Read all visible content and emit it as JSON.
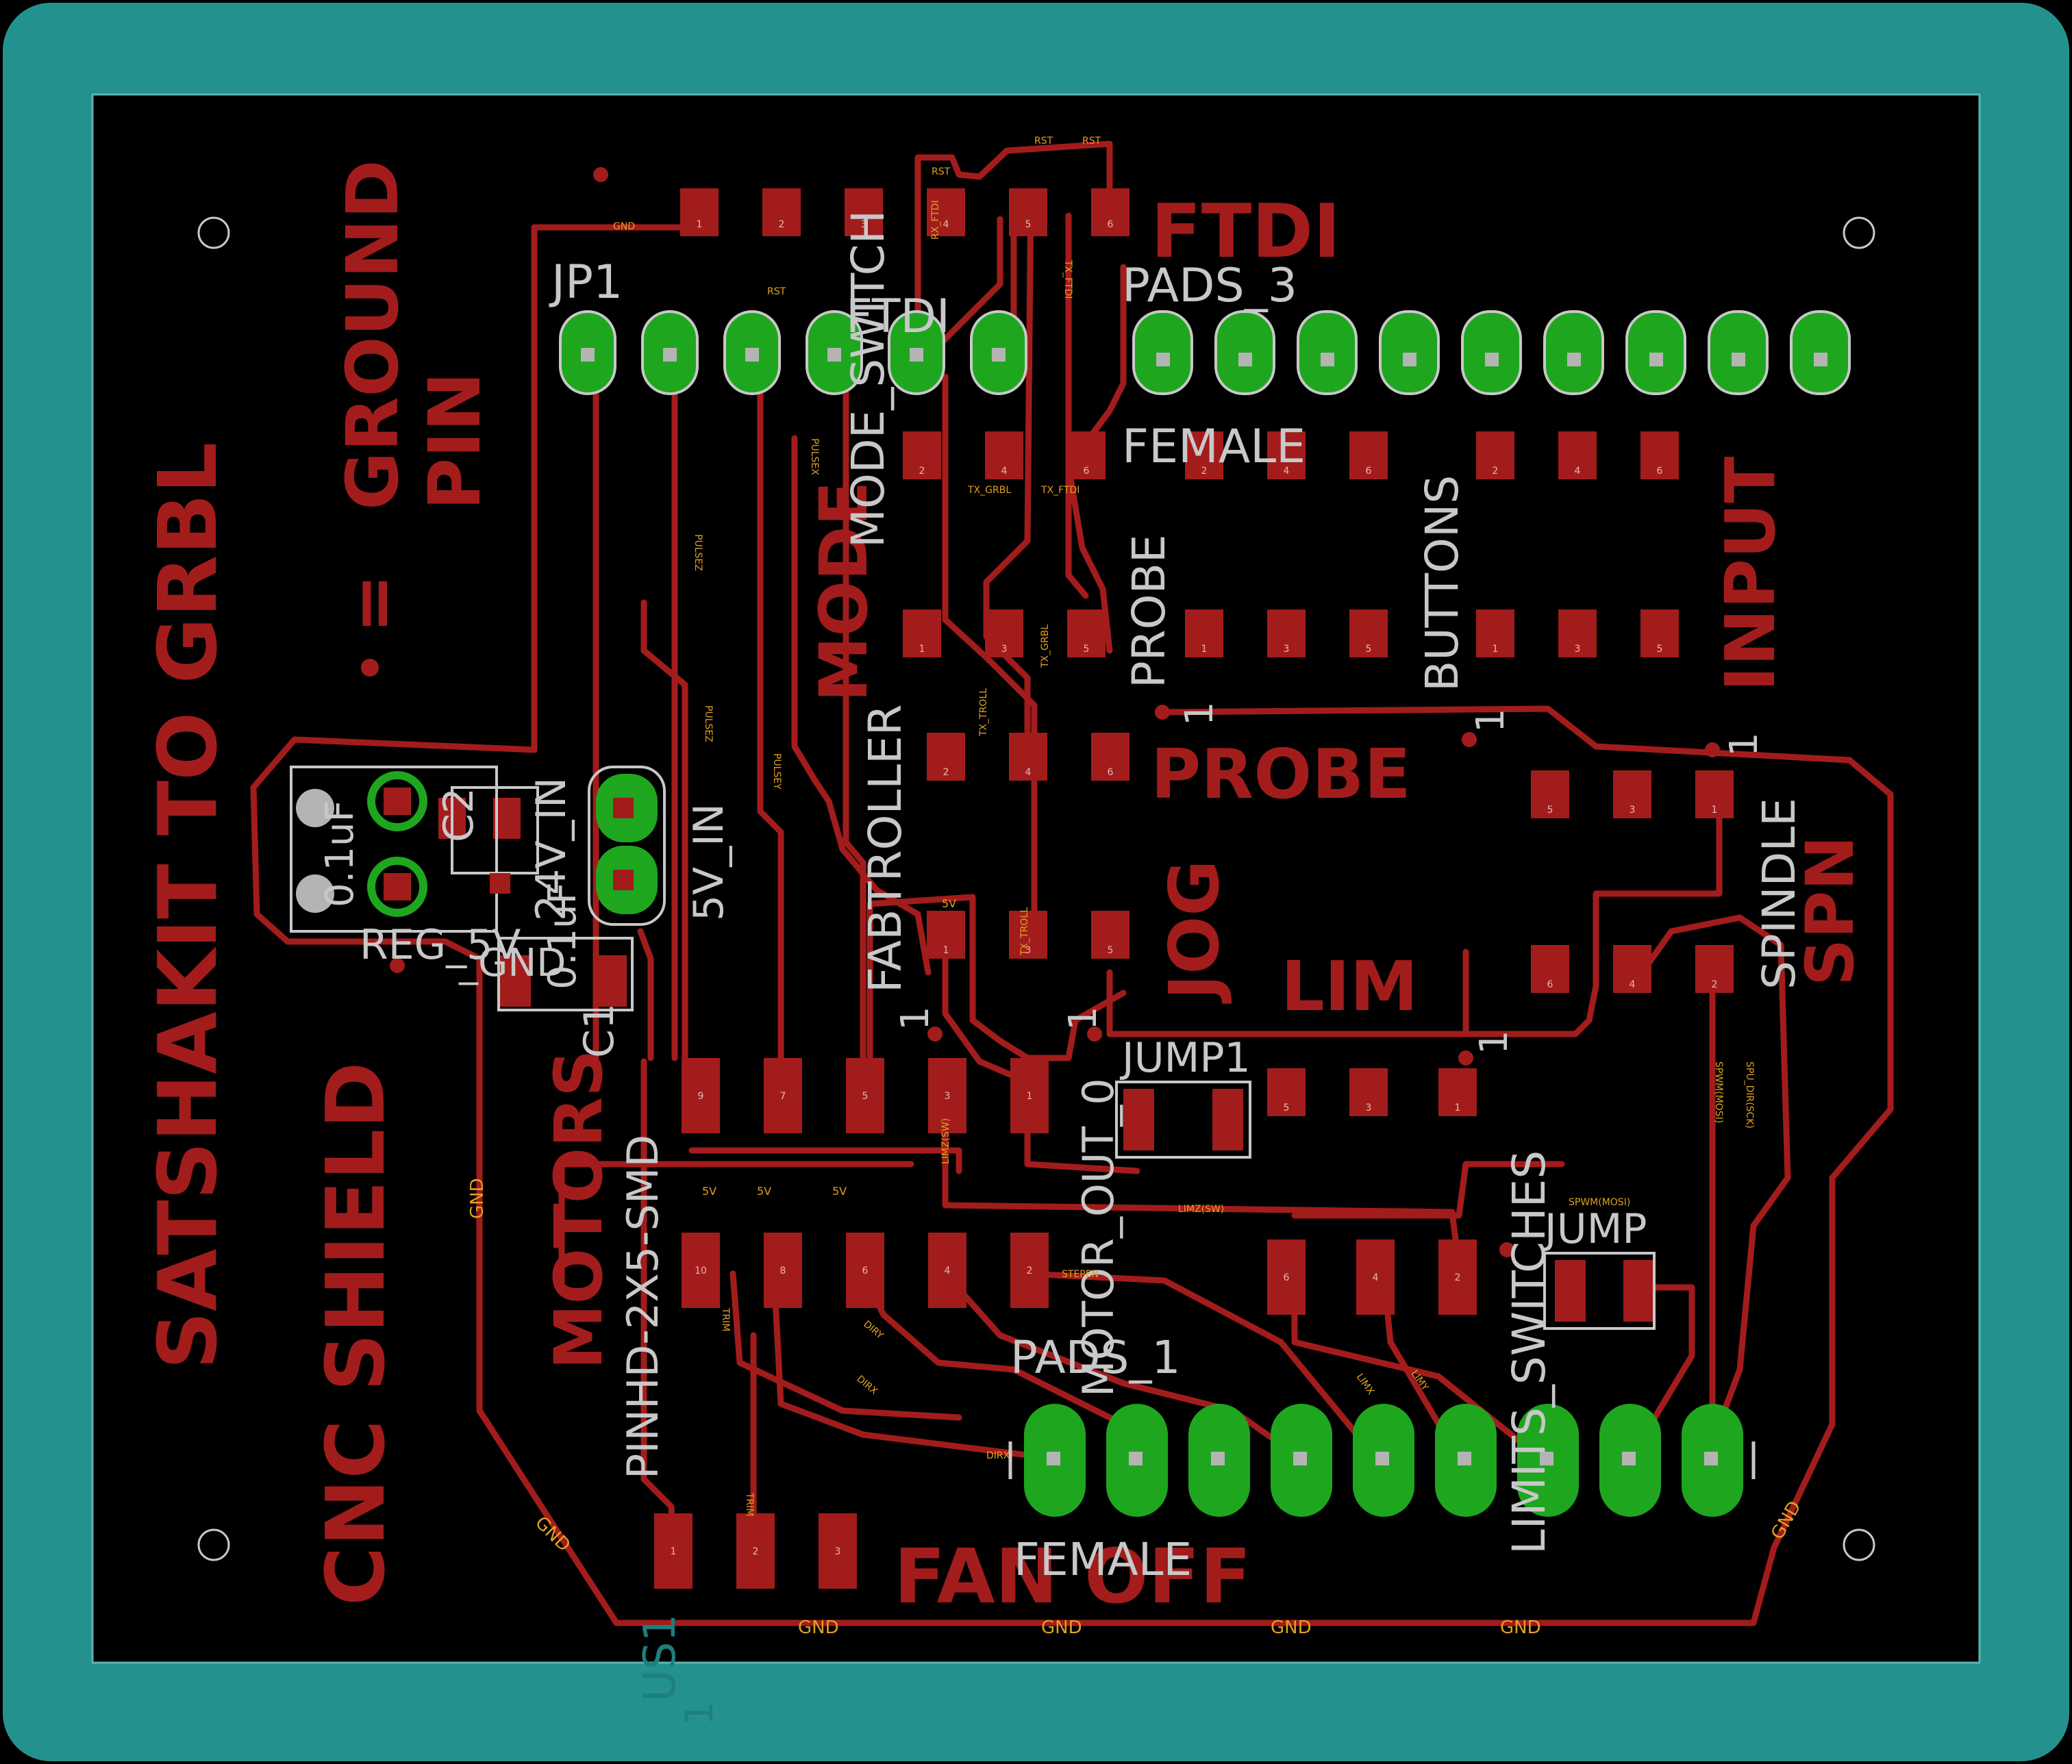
{
  "colors": {
    "outer_board": "#23928f",
    "inner_area": "#000000",
    "copper": "#a31c1c",
    "copper_text": "#a31c1c",
    "silk": "#c8c8c8",
    "pad_green": "#1fa61f",
    "drill": "#b4b4b4",
    "tiny_label": "#e0a020"
  },
  "labels": {
    "ftdi": "FTDI",
    "ground_pin": "GROUND",
    "pin": "PIN",
    "eq": "=",
    "satshakit": "SATSHAKIT TO GRBL",
    "cnc_shield": "CNC SHIELD",
    "mode": "MODE",
    "motors": "MOTORS",
    "probe": "PROBE",
    "jog": "JOG",
    "lim": "LIM",
    "spn": "SPN",
    "fan_off": "FAN OFF",
    "input": "INPUT"
  },
  "silk": {
    "jp1": "JP1",
    "ftdi_pin": "FTDI",
    "pads3": "PADS_3",
    "female_top": "FEMALE",
    "mode_switch": "MODE_SWITCH",
    "fabtroller": "FABTROLLER",
    "probe_v": "PROBE",
    "buttons": "BUTTONS",
    "spindle": "SPINDLE",
    "c2": "C2",
    "c1": "C1",
    "v24_in": "24V_IN",
    "v5_in": "5V_IN",
    "uf": "0.1uF",
    "uf2": "0.1uF",
    "reg5v": "REG_5V",
    "reg_gnd": "_GND",
    "jump1": "JUMP1",
    "jump": "JUMP",
    "motor_out": "MOTOR_OUT_0",
    "pinhd": "PINHD-2X5-SMD",
    "pads1": "PADS_1",
    "female_bot": "FEMALE",
    "limits": "LIMITS_SWITCHES",
    "us1": "US1",
    "one": "1"
  },
  "nets": {
    "gnd": "GND",
    "rst": "RST",
    "v5": "5V",
    "tx_ftdi": "TX_FTDI",
    "rx_ftdi": "RX_FTDI",
    "tx_grbl": "TX_GRBL",
    "tx_troll": "TX_TROLL",
    "pulsex": "PULSEX",
    "pulsey": "PULSEY",
    "pulsez": "PULSEZ",
    "dirx": "DIRX",
    "diry": "DIRY",
    "stepen": "STEPEN",
    "limx": "LIMX",
    "limy": "LIMY",
    "limz": "LIMZ(SW)",
    "spwm": "SPWM(MOSI)",
    "sdir": "SPU_DIR(SCK)",
    "trim": "TRIM"
  },
  "pins": {
    "p1": "1",
    "p2": "2",
    "p3": "3",
    "p4": "4",
    "p5": "5",
    "p6": "6",
    "p7": "7",
    "p8": "8",
    "p9": "9",
    "p10": "10"
  }
}
